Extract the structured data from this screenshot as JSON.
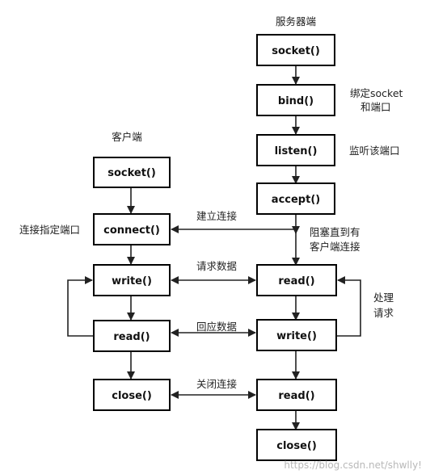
{
  "server": {
    "title": "服务器端",
    "socket": "socket()",
    "bind": "bind()",
    "listen": "listen()",
    "accept": "accept()",
    "read1": "read()",
    "write": "write()",
    "read2": "read()",
    "close": "close()"
  },
  "client": {
    "title": "客户端",
    "socket": "socket()",
    "connect": "connect()",
    "write": "write()",
    "read": "read()",
    "close": "close()"
  },
  "notes": {
    "bind_line1": "绑定socket",
    "bind_line2": "和端口",
    "listen": "监听该端口",
    "block_line1": "阻塞直到有",
    "block_line2": "客户端连接",
    "process_line1": "处理",
    "process_line2": "请求",
    "connect_port": "连接指定端口"
  },
  "links": {
    "establish": "建立连接",
    "request": "请求数据",
    "response": "回应数据",
    "close": "关闭连接"
  },
  "watermark": "https://blog.csdn.net/shwlly!"
}
